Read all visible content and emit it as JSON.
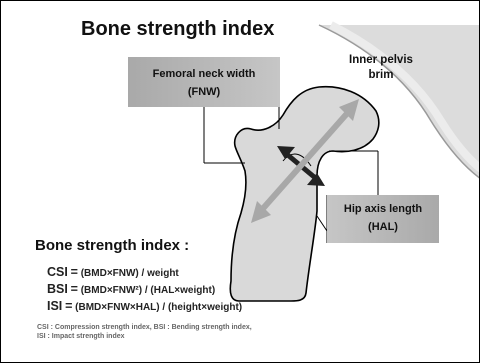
{
  "title": "Bone strength index",
  "labels": {
    "fnw_line1": "Femoral neck width",
    "fnw_line2": "(FNW)",
    "pelvis_line1": "Inner pelvis",
    "pelvis_line2": "brim",
    "hal_line1": "Hip axis length",
    "hal_line2": "(HAL)"
  },
  "section_heading": "Bone strength index :",
  "formulas": [
    {
      "label": "CSI",
      "eq": "=",
      "expr": "(BMD×FNW) / weight"
    },
    {
      "label": "BSI",
      "eq": "=",
      "expr": "(BMD×FNW²) / (HAL×weight)"
    },
    {
      "label": "ISI",
      "eq": "=",
      "expr": "(BMD×FNW×HAL) / (height×weight)"
    }
  ],
  "footnote": {
    "line1": "CSI : Compression strength index, BSI : Bending strength index,",
    "line2": "ISI  : Impact strength index"
  },
  "colors": {
    "bone_fill": "#d9d9d9",
    "box_fill": "#b4b4b4",
    "arrow": "#a8a8a8",
    "pelvis": "#d2d2d2"
  }
}
